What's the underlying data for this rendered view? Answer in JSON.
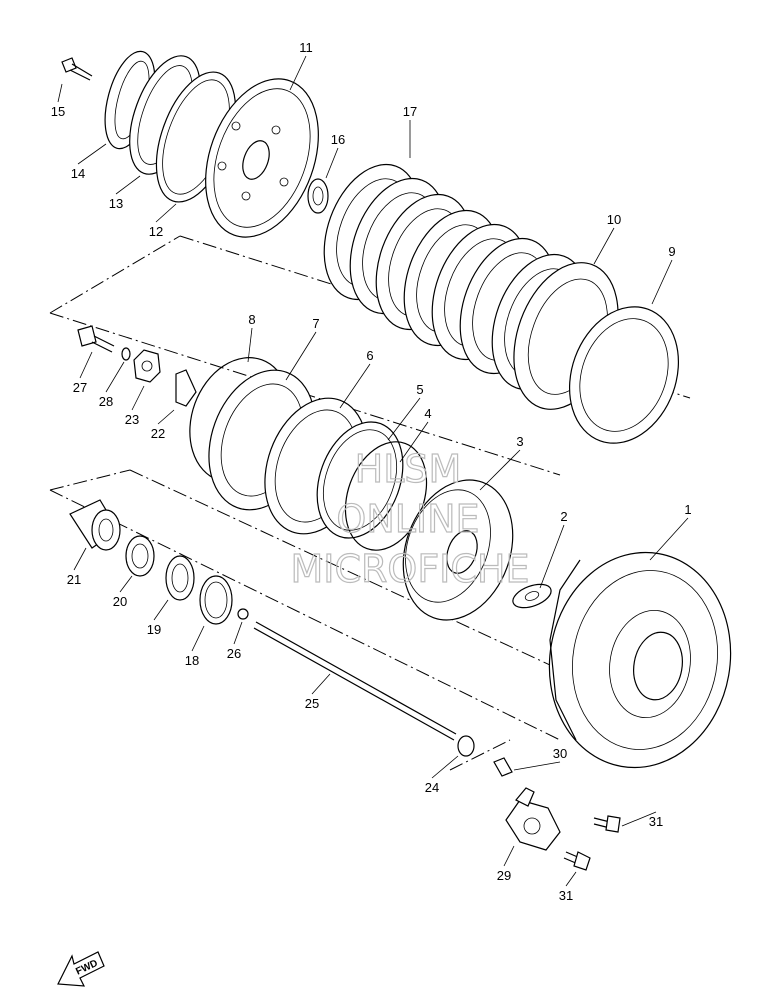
{
  "diagram": {
    "parts": [
      {
        "id": "p1",
        "label": "1"
      },
      {
        "id": "p2",
        "label": "2"
      },
      {
        "id": "p3",
        "label": "3"
      },
      {
        "id": "p4",
        "label": "4"
      },
      {
        "id": "p5",
        "label": "5"
      },
      {
        "id": "p6",
        "label": "6"
      },
      {
        "id": "p7",
        "label": "7"
      },
      {
        "id": "p8",
        "label": "8"
      },
      {
        "id": "p9",
        "label": "9"
      },
      {
        "id": "p10",
        "label": "10"
      },
      {
        "id": "p11",
        "label": "11"
      },
      {
        "id": "p12",
        "label": "12"
      },
      {
        "id": "p13",
        "label": "13"
      },
      {
        "id": "p14",
        "label": "14"
      },
      {
        "id": "p15",
        "label": "15"
      },
      {
        "id": "p16",
        "label": "16"
      },
      {
        "id": "p17",
        "label": "17"
      },
      {
        "id": "p18",
        "label": "18"
      },
      {
        "id": "p19",
        "label": "19"
      },
      {
        "id": "p20",
        "label": "20"
      },
      {
        "id": "p21",
        "label": "21"
      },
      {
        "id": "p22",
        "label": "22"
      },
      {
        "id": "p23",
        "label": "23"
      },
      {
        "id": "p24",
        "label": "24"
      },
      {
        "id": "p25",
        "label": "25"
      },
      {
        "id": "p26",
        "label": "26"
      },
      {
        "id": "p27",
        "label": "27"
      },
      {
        "id": "p28",
        "label": "28"
      },
      {
        "id": "p29",
        "label": "29"
      },
      {
        "id": "p30",
        "label": "30"
      },
      {
        "id": "p31a",
        "label": "31"
      },
      {
        "id": "p31b",
        "label": "31"
      }
    ],
    "watermark": [
      "HLSM",
      "ONLINE",
      "MICROFICHE"
    ],
    "fwd_label": "FWD"
  }
}
